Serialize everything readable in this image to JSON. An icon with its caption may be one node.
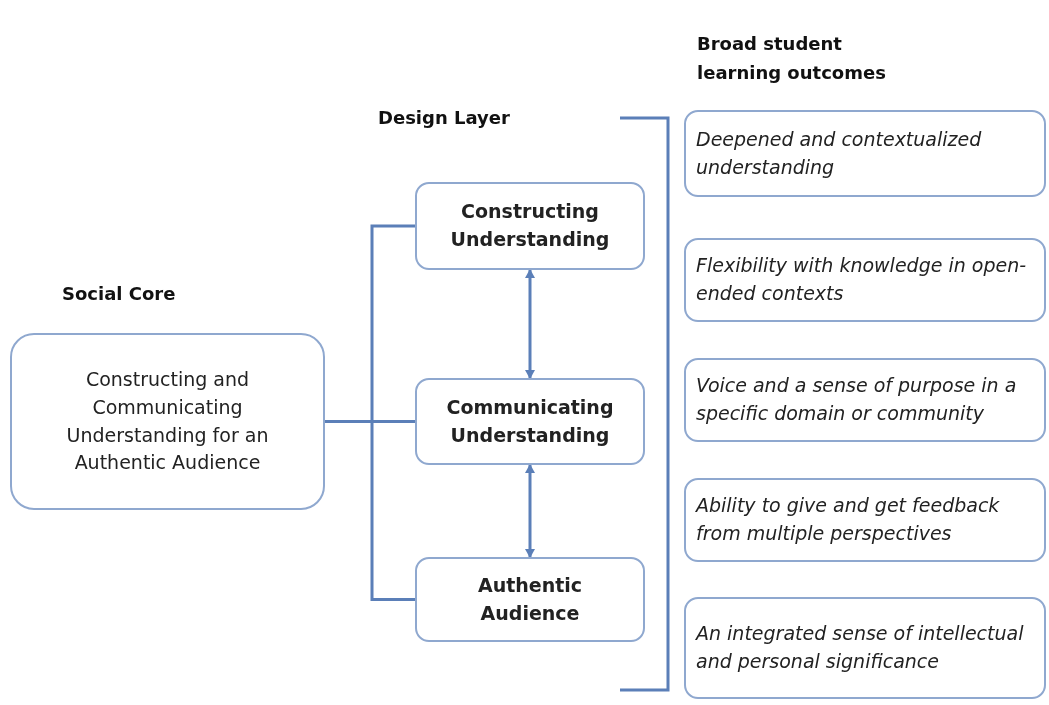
{
  "diagram": {
    "nodes": [
      {
        "text": [
          "Constructing and Communicating Understanding for an Authentic Audience"
        ]
      },
      {
        "text": [
          "Constructing Understanding"
        ]
      },
      {
        "text": [
          "Communicating Understanding"
        ]
      },
      {
        "text": [
          "Authentic Audience"
        ]
      },
      {
        "text": [
          "Deepened and contextualized understanding"
        ]
      },
      {
        "text": [
          "Flexibility with knowledge in open-ended contexts"
        ]
      },
      {
        "text": [
          "Voice and a sense of purpose in a specific domain or community"
        ]
      },
      {
        "text": [
          "Ability to give and get feedback from multiple perspectives"
        ]
      },
      {
        "text": [
          "An integrated sense of intellectual and personal significance"
        ]
      }
    ],
    "edges": [
      {
        "from": 0,
        "to": 1,
        "arrow": "none"
      },
      {
        "from": 0,
        "to": 2,
        "arrow": "none"
      },
      {
        "from": 0,
        "to": 3,
        "arrow": "none"
      },
      {
        "from": 1,
        "to": 2,
        "arrow": "both"
      },
      {
        "from": 2,
        "to": 3,
        "arrow": "both"
      }
    ],
    "labels": [
      "Broad student learning outcomes",
      "Design Layer",
      "Social Core"
    ]
  }
}
